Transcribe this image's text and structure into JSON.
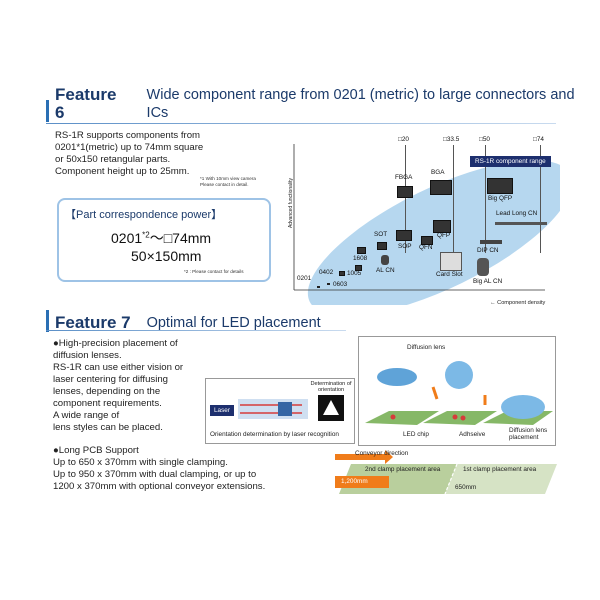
{
  "feature6": {
    "title": "Feature 6",
    "subtitle": "Wide component range from 0201 (metric) to large connectors and ICs",
    "desc": [
      "RS-1R supports components from",
      "0201*1(metric) up to 74mm square",
      "or 50x150 retangular parts.",
      "Component height up to 25mm."
    ],
    "note1": [
      "*1 With 10mm view camera",
      "Please contact in detail."
    ],
    "power_box": {
      "heading": "【Part correspondence power】",
      "line1_a": "0201",
      "line1_sup": "*2",
      "line1_b": "～□74mm",
      "line2": "50×150mm",
      "note": "*2 : Please contact for details"
    },
    "chart": {
      "y_axis": "Advanced functionality",
      "x_axis": "Component density",
      "range_label": "RS-1R component range",
      "columns": [
        "□20",
        "□33.5",
        "□50",
        "□74"
      ],
      "components": [
        "FBGA",
        "BGA",
        "Big QFP",
        "Lead Long CN",
        "SOT",
        "SOP",
        "QFN",
        "QFP",
        "DIP CN",
        "1608",
        "1005",
        "0402",
        "AL CN",
        "0201",
        "0603",
        "Card Slot",
        "Big AL CN"
      ]
    }
  },
  "feature7": {
    "title": "Feature 7",
    "subtitle": "Optimal for LED placement",
    "bullet1": [
      "●High-precision placement of",
      "diffusion lenses.",
      "RS-1R can use either vision or",
      "laser centering for diffusing",
      "lenses, depending on the",
      "component requirements.",
      "A wide range of",
      "lens styles can be placed."
    ],
    "bullet2": [
      "●Long PCB Support",
      "Up to 650 x 370mm with single clamping.",
      "Up to 950 x 370mm with dual clamping, or up to",
      "1200 x 370mm with optional conveyor extensions."
    ],
    "laser_box": {
      "laser": "Laser",
      "determination": "Determination of orientation",
      "caption": "Orientation determination by laser recognition"
    },
    "led_panel": {
      "diffusion_lens": "Diffusion lens",
      "led_chip": "LED chip",
      "adhesive": "Adhseive",
      "placement": "Diffusion lens placement"
    },
    "conveyor": {
      "direction": "Conveyor direction",
      "second_area": "2nd clamp placement area",
      "first_area": "1st clamp placement area",
      "length_1200": "1,200mm",
      "length_650": "650mm"
    }
  },
  "colors": {
    "heading_blue": "#1b3a6a",
    "accent_blue": "#2a6fb4",
    "ellipse_blue": "#b6d7ef",
    "range_badge": "#1d2f6e",
    "conveyor_orange": "#f07c1a",
    "conveyor_green": "#b9cf9d"
  }
}
